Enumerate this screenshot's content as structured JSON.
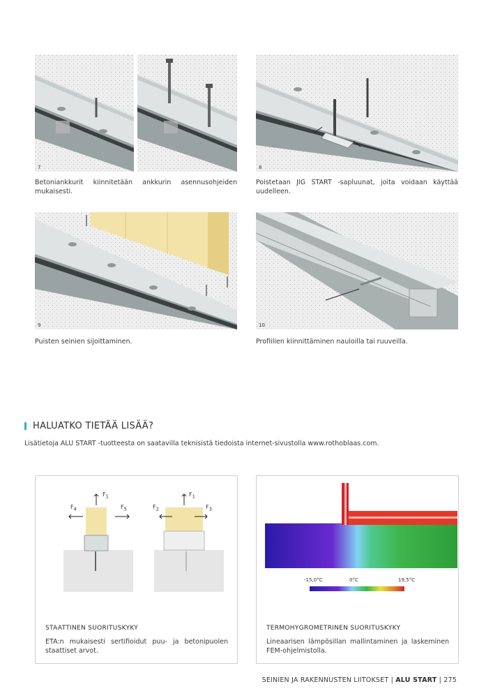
{
  "steps": [
    {
      "number": "7",
      "caption": "Betoniankkurit kiinnitetään ankkurin asennusohjeiden mukaisesti."
    },
    {
      "number": "8",
      "caption": "Poistetaan JIG START -sapluunat, joita voidaan käyttää uudelleen."
    },
    {
      "number": "9",
      "caption": "Puisten seinien sijoittaminen."
    },
    {
      "number": "10",
      "caption": "Profiilien kiinnittäminen nauloilla tai ruuveilla."
    }
  ],
  "section": {
    "heading": "HALUATKO TIETÄÄ LISÄÄ?",
    "intro": "Lisätietoja ALU START -tuotteesta on saatavilla teknisistä tiedoista internet-sivustolla www.rothoblaas.com."
  },
  "static_box": {
    "title": "STAATTINEN SUORITUSKYKY",
    "text": "ETA:n mukaisesti sertifioidut puu- ja betonipuolen staattiset arvot.",
    "forces": {
      "f1": "F",
      "f1_sub": "1",
      "f4": "F",
      "f4_sub": "4",
      "f5": "F",
      "f5_sub": "5",
      "f2": "F",
      "f2_sub": "2",
      "f3": "F",
      "f3_sub": "3"
    }
  },
  "thermal_box": {
    "title": "TERMOHYGROMETRINEN SUORITUSKYKY",
    "text": "Lineaarisen lämpösillan mallintaminen ja laskeminen FEM-ohjelmistolla.",
    "scale_min": "-15,0°C",
    "scale_mid": "0°C",
    "scale_max": "19,5°C"
  },
  "footer": {
    "section": "SEINIEN JA RAKENNUSTEN LIITOKSET",
    "product": "ALU START",
    "page": "275"
  },
  "colors": {
    "accent": "#2bb3c0",
    "concrete": "#e6e6e6",
    "timber": "#f3e3a8",
    "aluminium": "#d9dede"
  }
}
